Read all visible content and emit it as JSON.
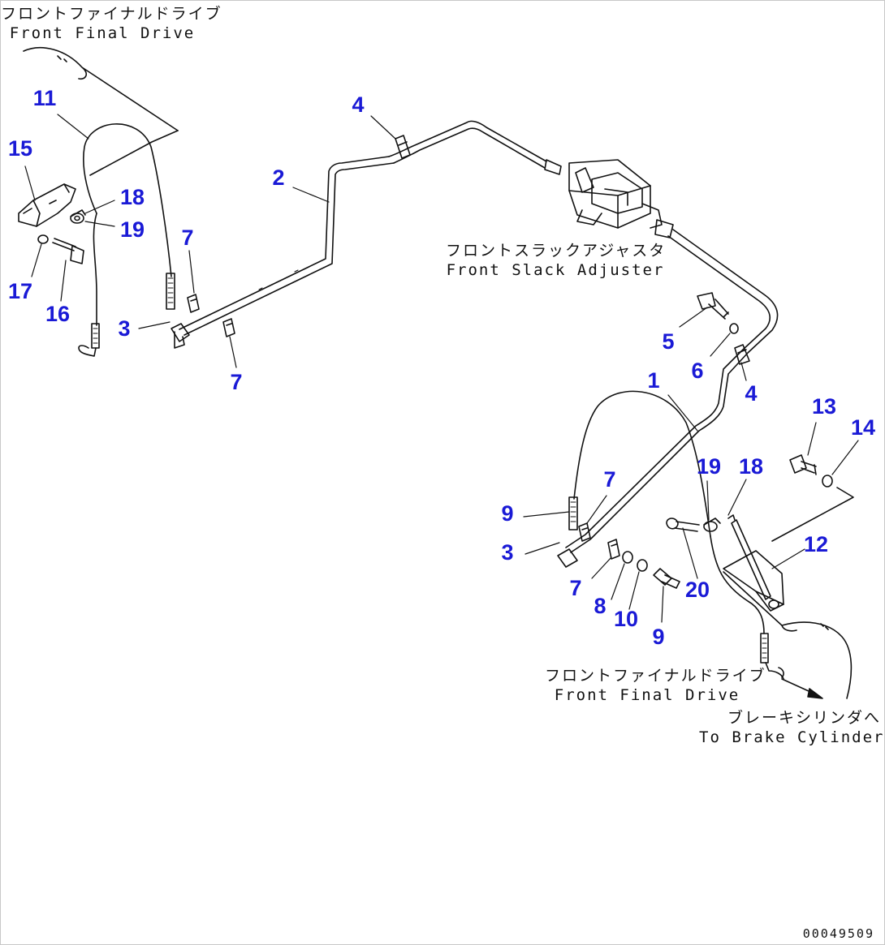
{
  "annotations": {
    "front_final_drive_top": {
      "jp": "フロントファイナルドライブ",
      "en": "Front Final Drive"
    },
    "front_slack_adjuster": {
      "jp": "フロントスラックアジャスタ",
      "en": "Front Slack Adjuster"
    },
    "front_final_drive_bottom": {
      "jp": "フロントファイナルドライブ",
      "en": "Front Final Drive"
    },
    "brake_cylinder": {
      "jp": "ブレーキシリンダへ",
      "en": "To Brake Cylinder"
    }
  },
  "callouts": [
    {
      "id": "c11",
      "label": "11"
    },
    {
      "id": "c15",
      "label": "15"
    },
    {
      "id": "c18a",
      "label": "18"
    },
    {
      "id": "c19a",
      "label": "19"
    },
    {
      "id": "c17",
      "label": "17"
    },
    {
      "id": "c16",
      "label": "16"
    },
    {
      "id": "c7a",
      "label": "7"
    },
    {
      "id": "c3a",
      "label": "3"
    },
    {
      "id": "c7b",
      "label": "7"
    },
    {
      "id": "c2",
      "label": "2"
    },
    {
      "id": "c4a",
      "label": "4"
    },
    {
      "id": "c5",
      "label": "5"
    },
    {
      "id": "c6",
      "label": "6"
    },
    {
      "id": "c4b",
      "label": "4"
    },
    {
      "id": "c1",
      "label": "1"
    },
    {
      "id": "c13",
      "label": "13"
    },
    {
      "id": "c14",
      "label": "14"
    },
    {
      "id": "c19b",
      "label": "19"
    },
    {
      "id": "c18b",
      "label": "18"
    },
    {
      "id": "c7c",
      "label": "7"
    },
    {
      "id": "c9a",
      "label": "9"
    },
    {
      "id": "c3b",
      "label": "3"
    },
    {
      "id": "c12",
      "label": "12"
    },
    {
      "id": "c7d",
      "label": "7"
    },
    {
      "id": "c8",
      "label": "8"
    },
    {
      "id": "c10",
      "label": "10"
    },
    {
      "id": "c20",
      "label": "20"
    },
    {
      "id": "c9b",
      "label": "9"
    }
  ],
  "document_id": "00049509",
  "colors": {
    "callout": "#1a1ad6",
    "line": "#111111"
  }
}
